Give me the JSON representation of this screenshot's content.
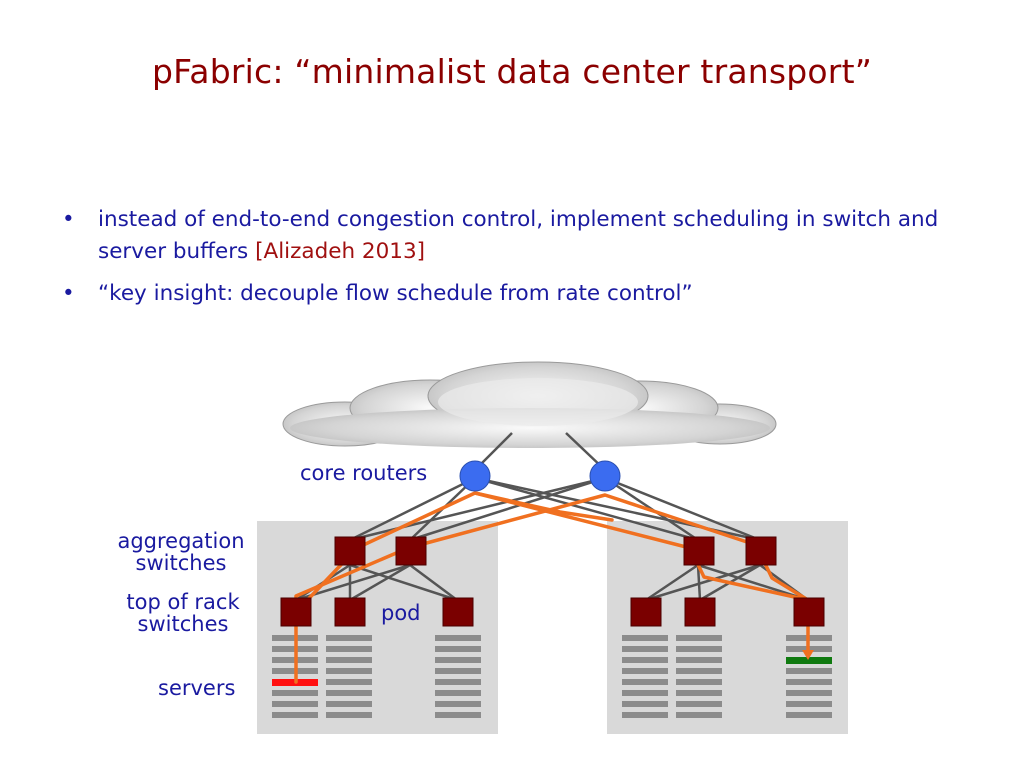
{
  "slide": {
    "title": "pFabric: “minimalist data center transport”",
    "bullets": [
      {
        "text": "instead of end-to-end congestion control, implement scheduling in switch and server buffers ",
        "citation": "[Alizadeh 2013]"
      },
      {
        "text": "“key insight: decouple flow schedule from rate control”",
        "citation": ""
      }
    ]
  },
  "diagram": {
    "labels": {
      "core_routers": "core routers",
      "aggregation_switches_line1": "aggregation",
      "aggregation_switches_line2": "switches",
      "tor_switches_line1": "top of rack",
      "tor_switches_line2": "switches",
      "pod": "pod",
      "servers": "servers"
    },
    "colors": {
      "router": "#3b6cf0",
      "switch": "#7a0000",
      "path": "#f07020",
      "source_server": "#ff1010",
      "dest_server": "#107a10",
      "pod_bg": "#d9d9d9",
      "server_bar": "#8c8c8c"
    }
  }
}
